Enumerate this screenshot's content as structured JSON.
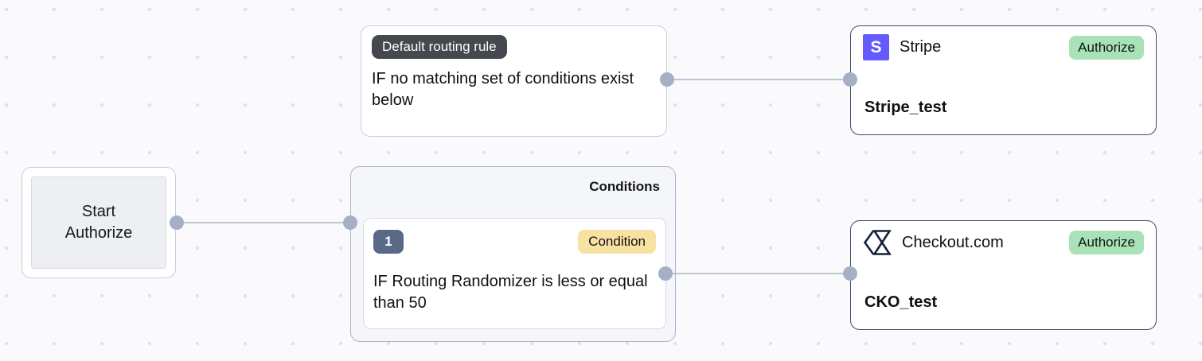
{
  "canvas": {
    "background": "#FAFAFC",
    "grid_dot_color": "#DCE1EA"
  },
  "start_node": {
    "label": "Start\nAuthorize"
  },
  "default_rule": {
    "badge": "Default routing rule",
    "text": "IF no matching set of conditions exist below"
  },
  "conditions": {
    "title": "Conditions",
    "items": [
      {
        "number": "1",
        "badge": "Condition",
        "text": "IF Routing Randomizer is less or equal than 50"
      }
    ]
  },
  "processors": [
    {
      "name": "Stripe",
      "logo_letter": "S",
      "logo_color": "#635BFF",
      "action": "Authorize",
      "account": "Stripe_test"
    },
    {
      "name": "Checkout.com",
      "logo_color": "#16213A",
      "action": "Authorize",
      "account": "CKO_test"
    }
  ],
  "colors": {
    "authorize_badge_bg": "#A9E2B7",
    "condition_badge_bg": "#F8E2A2",
    "default_badge_bg": "#45484E",
    "number_badge_bg": "#5A6988",
    "connector_dot": "#A6B0C5",
    "edge_line": "#A9B3C7",
    "processor_border": "#3F4C66",
    "group_bg": "#F5F6FA"
  }
}
